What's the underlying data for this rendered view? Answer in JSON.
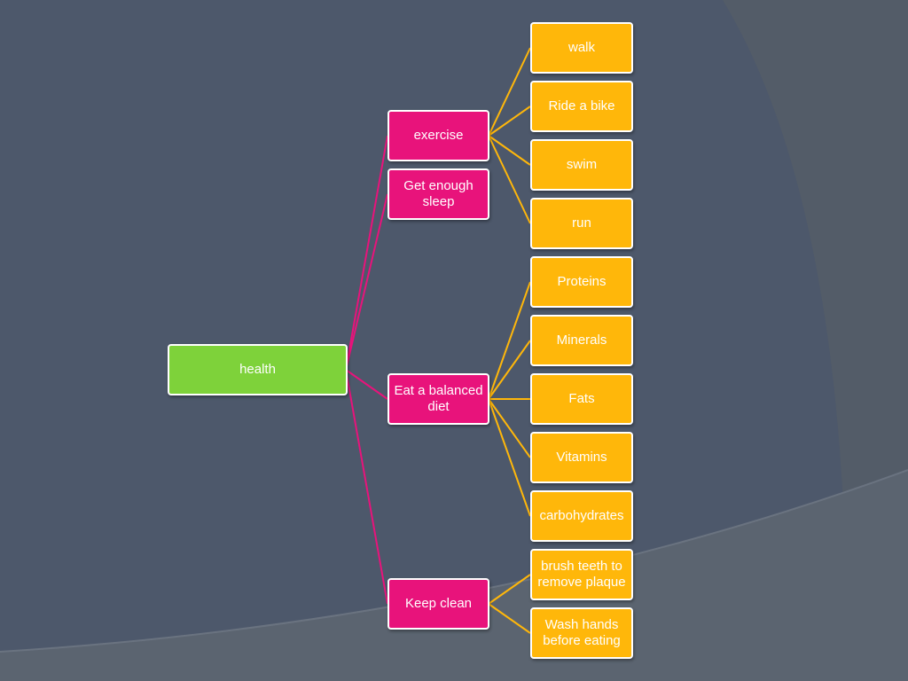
{
  "diagram": {
    "root": {
      "id": "health",
      "label": "health"
    },
    "branches": [
      {
        "id": "exercise",
        "label": "exercise",
        "children": [
          {
            "id": "walk",
            "label": "walk"
          },
          {
            "id": "bike",
            "label": "Ride a bike"
          },
          {
            "id": "swim",
            "label": "swim"
          },
          {
            "id": "run",
            "label": "run"
          }
        ]
      },
      {
        "id": "sleep",
        "label": "Get enough sleep",
        "children": []
      },
      {
        "id": "diet",
        "label": "Eat a balanced diet",
        "children": [
          {
            "id": "proteins",
            "label": "Proteins"
          },
          {
            "id": "minerals",
            "label": "Minerals"
          },
          {
            "id": "fats",
            "label": "Fats"
          },
          {
            "id": "vitamins",
            "label": "Vitamins"
          },
          {
            "id": "carbs",
            "label": "carbohydrates"
          }
        ]
      },
      {
        "id": "clean",
        "label": "Keep clean",
        "children": [
          {
            "id": "brush",
            "label": "brush teeth to remove plaque"
          },
          {
            "id": "wash",
            "label": "Wash hands before eating"
          }
        ]
      }
    ]
  },
  "colors": {
    "background": "#4b5669",
    "root_fill": "#7ed23a",
    "branch_fill": "#e8137b",
    "leaf_fill": "#ffb70a",
    "branch_connector": "#e8137b",
    "leaf_connector": "#ffb70a",
    "node_border": "#ffffff",
    "text": "#ffffff"
  }
}
